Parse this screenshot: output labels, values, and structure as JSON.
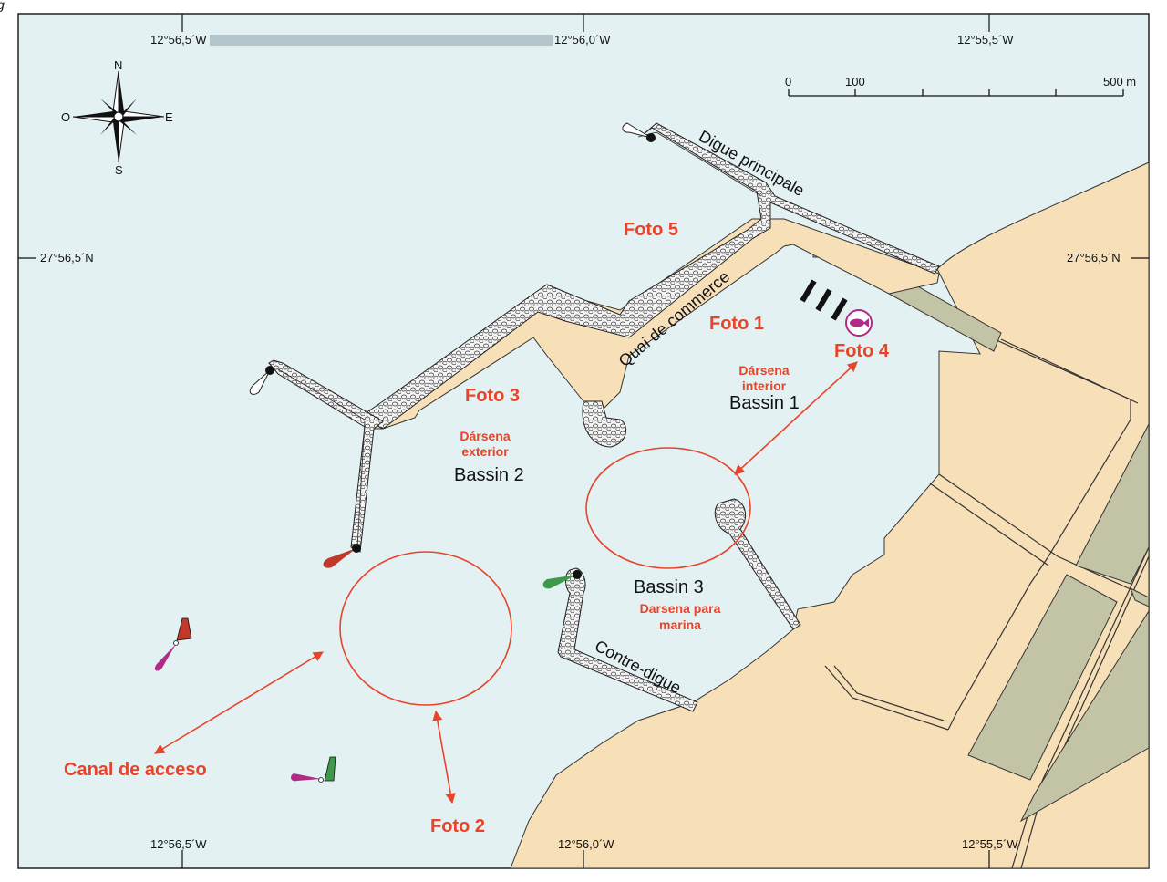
{
  "figure_marker": "g",
  "colors": {
    "water": "#e3f1f3",
    "land": "#f7dfb8",
    "warehouse": "#c3c3a6",
    "accent_red": "#e8442a",
    "buoy_red": "#c0392b",
    "buoy_green": "#3e9a4a",
    "buoy_magenta": "#b12b86",
    "scalebar_blue": "#b3c4cb"
  },
  "coordinates": {
    "top": [
      "12°56,5´W",
      "12°56,0´W",
      "12°55,5´W"
    ],
    "bottom": [
      "12°56,5´W",
      "12°56,0´W",
      "12°55,5´W"
    ],
    "left": "27°56,5´N",
    "right": "27°56,5´N"
  },
  "compass": {
    "n": "N",
    "s": "S",
    "e": "E",
    "w": "O"
  },
  "scale": {
    "zero": "0",
    "hundred": "100",
    "max": "500 m"
  },
  "features": {
    "digue_principale": "Digue principale",
    "quai_de_commerce": "Quai de commerce",
    "contre_digue": "Contre-digue"
  },
  "basins": {
    "bassin1": "Bassin 1",
    "bassin2": "Bassin 2",
    "bassin3": "Bassin 3",
    "darsena_interior_1": "Dársena",
    "darsena_interior_2": "interior",
    "darsena_exterior_1": "Dársena",
    "darsena_exterior_2": "exterior",
    "darsena_marina_1": "Darsena para",
    "darsena_marina_2": "marina"
  },
  "photos": {
    "foto1": "Foto 1",
    "foto2": "Foto 2",
    "foto3": "Foto 3",
    "foto4": "Foto 4",
    "foto5": "Foto 5"
  },
  "canal": "Canal de acceso",
  "icons": [
    "compass-rose-icon",
    "lighthouse-star-icon",
    "fish-icon",
    "buoy-icon",
    "light-sector-icon"
  ]
}
